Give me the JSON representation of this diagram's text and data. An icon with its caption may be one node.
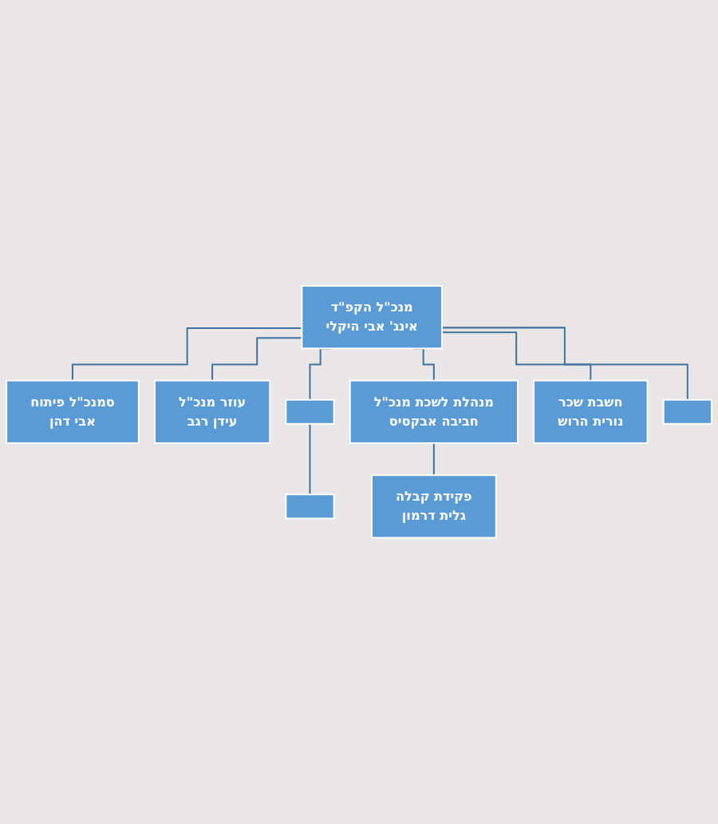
{
  "diagram": {
    "nodes": [
      {
        "text": [
          "מנכ\"ל הקפ\"ד",
          "אינג' אבי היקלי"
        ]
      },
      {
        "text": [
          "סמנכ\"ל פיתוח",
          "אבי דהן"
        ]
      },
      {
        "text": [
          "עוזר מנכ\"ל",
          "עידן רגב"
        ]
      },
      {
        "text": [],
        "shape": "box"
      },
      {
        "text": [
          "מנהלת לשכת מנכ\"ל",
          "חביבה אבקסיס"
        ]
      },
      {
        "text": [
          "חשבת שכר",
          "נורית הרוש"
        ]
      },
      {
        "text": [],
        "shape": "box"
      },
      {
        "text": [],
        "shape": "box"
      },
      {
        "text": [
          "פקידת קבלה",
          "גלית דרמון"
        ]
      }
    ],
    "edges": [
      {
        "from": 0,
        "to": 1,
        "arrow": "none"
      },
      {
        "from": 0,
        "to": 2,
        "arrow": "none"
      },
      {
        "from": 0,
        "to": 3,
        "arrow": "none"
      },
      {
        "from": 0,
        "to": 4,
        "arrow": "none"
      },
      {
        "from": 0,
        "to": 5,
        "arrow": "none"
      },
      {
        "from": 0,
        "to": 6,
        "arrow": "none"
      },
      {
        "from": 3,
        "to": 7,
        "arrow": "none"
      },
      {
        "from": 4,
        "to": 8,
        "arrow": "none"
      }
    ]
  }
}
